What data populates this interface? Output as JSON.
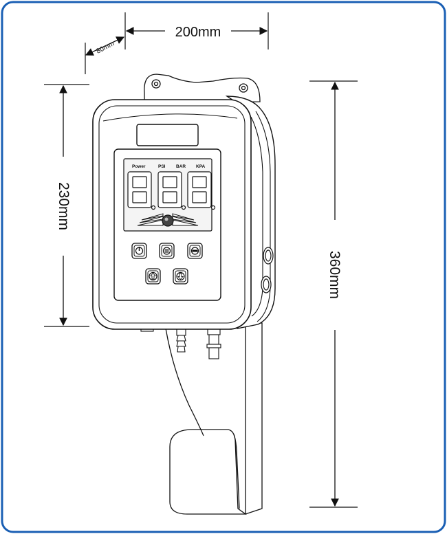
{
  "dimensions": {
    "width": "200mm",
    "depth": "80mm",
    "body_height": "230mm",
    "total_height": "360mm"
  },
  "display": {
    "units": [
      "Power",
      "PSI",
      "BAR",
      "KPA"
    ],
    "digits": [
      "8.",
      "8.",
      "8."
    ]
  },
  "keypad": {
    "row1": [
      "power-button",
      "menu-button",
      "minus-button"
    ],
    "row2": [
      "up-button",
      "down-button"
    ]
  },
  "colors": {
    "frame": "#1a5fb4",
    "line": "#111111",
    "screen": "#f4f4f4"
  }
}
